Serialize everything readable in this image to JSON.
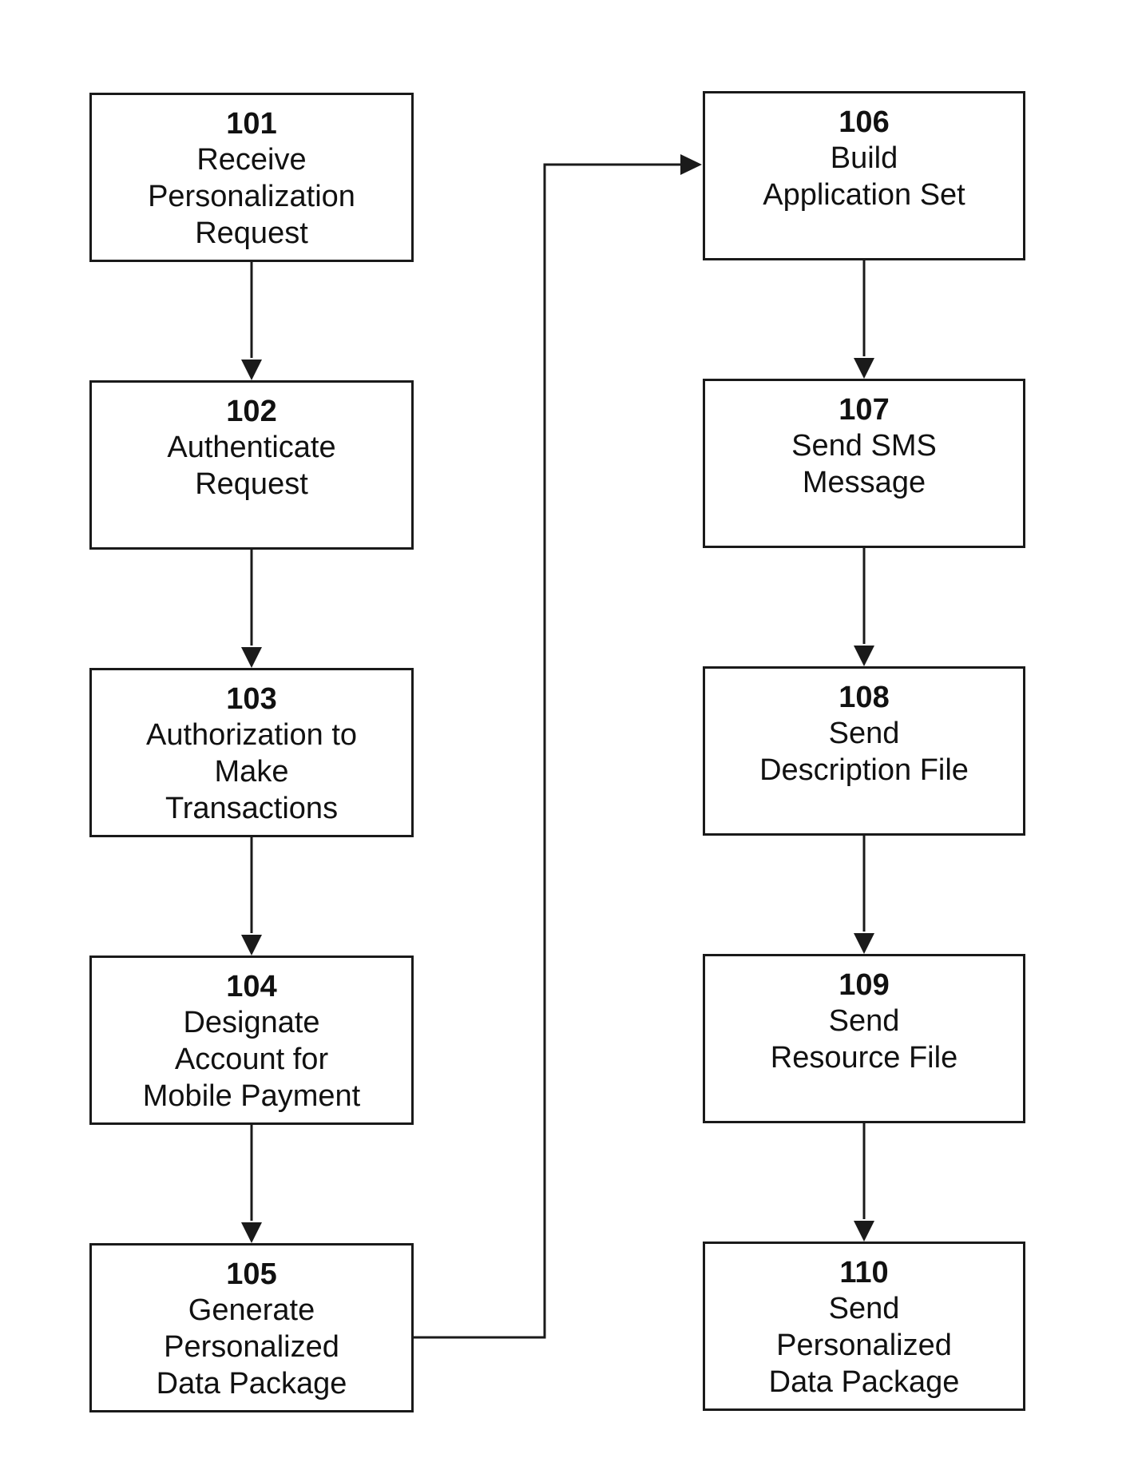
{
  "steps": [
    {
      "number": "101",
      "lines": [
        "Receive",
        "Personalization",
        "Request"
      ]
    },
    {
      "number": "102",
      "lines": [
        "Authenticate",
        "Request"
      ]
    },
    {
      "number": "103",
      "lines": [
        "Authorization to",
        "Make",
        "Transactions"
      ]
    },
    {
      "number": "104",
      "lines": [
        "Designate",
        "Account for",
        "Mobile Payment"
      ]
    },
    {
      "number": "105",
      "lines": [
        "Generate",
        "Personalized",
        "Data Package"
      ]
    },
    {
      "number": "106",
      "lines": [
        "Build",
        "Application Set"
      ]
    },
    {
      "number": "107",
      "lines": [
        "Send SMS",
        "Message"
      ]
    },
    {
      "number": "108",
      "lines": [
        "Send",
        "Description File"
      ]
    },
    {
      "number": "109",
      "lines": [
        "Send",
        "Resource File"
      ]
    },
    {
      "number": "110",
      "lines": [
        "Send",
        "Personalized",
        "Data Package"
      ]
    }
  ],
  "colors": {
    "stroke": "#1a1a1a",
    "text": "#111111",
    "background": "#ffffff"
  }
}
